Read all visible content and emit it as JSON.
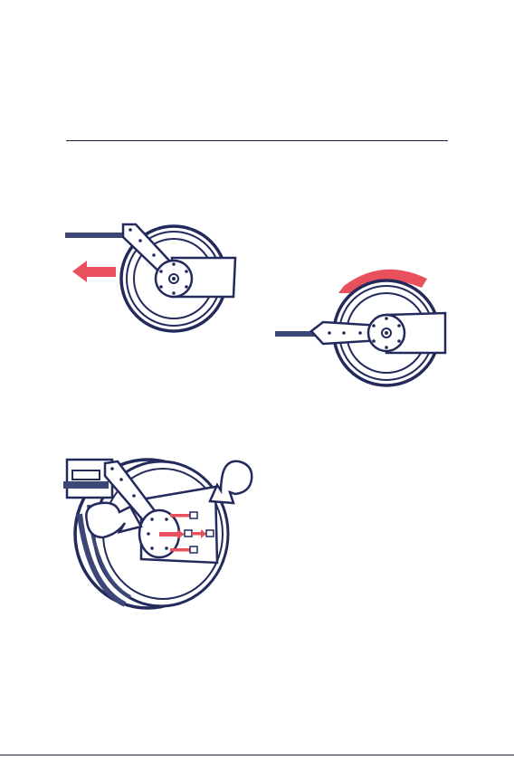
{
  "colors": {
    "ink": "#232a5c",
    "arrow": "#e9505d",
    "hose": "#3c4677",
    "paper": "#ffffff"
  },
  "figures": [
    {
      "id": "fig-pull-hose",
      "icons": [
        "hose-reel-icon",
        "pull-left-arrow-icon"
      ]
    },
    {
      "id": "fig-rotate-reel",
      "icons": [
        "hose-reel-icon",
        "rotate-arrow-icon"
      ]
    },
    {
      "id": "fig-assemble-reel",
      "icons": [
        "hose-reel-icon",
        "bolt-icon",
        "callout-arrow-icon"
      ]
    }
  ]
}
